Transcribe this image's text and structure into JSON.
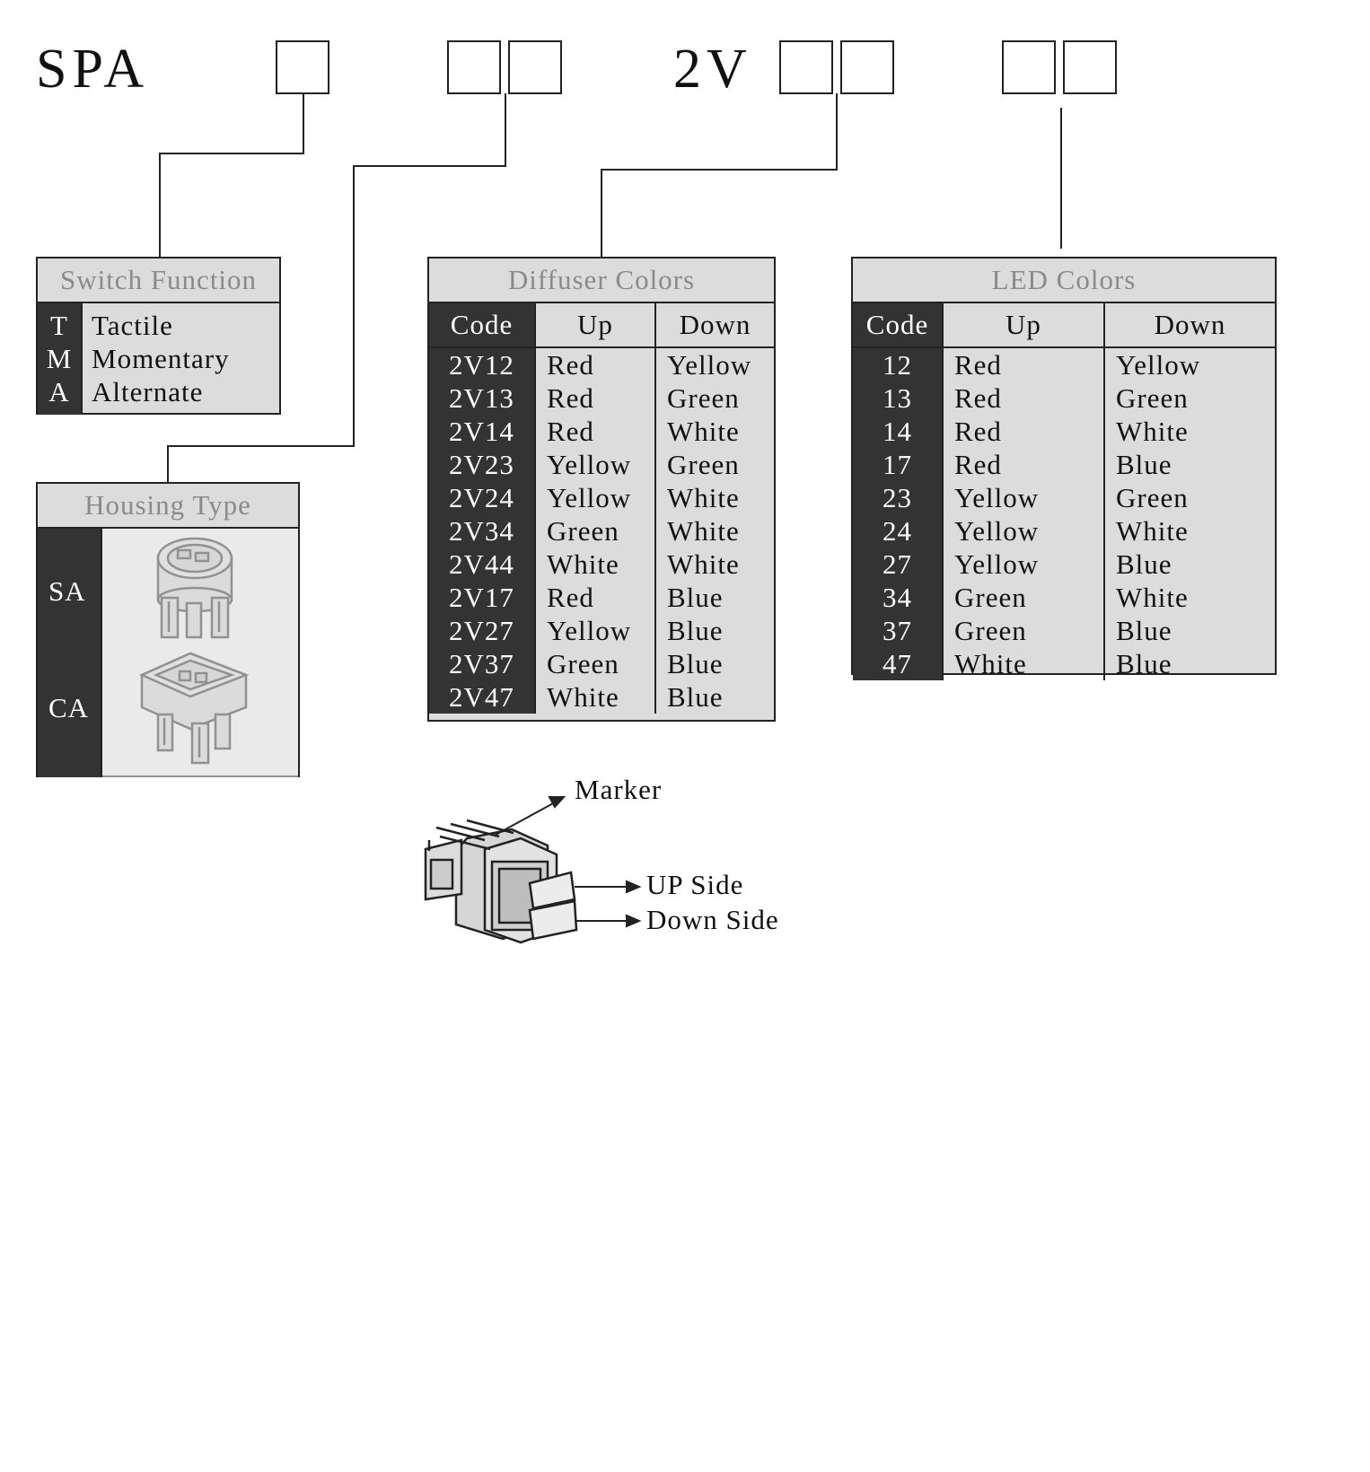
{
  "header": {
    "prefix": "SPA",
    "mid": "2V"
  },
  "switch_function": {
    "title": "Switch Function",
    "rows": [
      {
        "code": "T",
        "label": "Tactile"
      },
      {
        "code": "M",
        "label": "Momentary"
      },
      {
        "code": "A",
        "label": "Alternate"
      }
    ]
  },
  "housing_type": {
    "title": "Housing Type",
    "rows": [
      {
        "code": "SA"
      },
      {
        "code": "CA"
      }
    ]
  },
  "diffuser_colors": {
    "title": "Diffuser Colors",
    "headers": [
      "Code",
      "Up",
      "Down"
    ],
    "rows": [
      [
        "2V12",
        "Red",
        "Yellow"
      ],
      [
        "2V13",
        "Red",
        "Green"
      ],
      [
        "2V14",
        "Red",
        "White"
      ],
      [
        "2V23",
        "Yellow",
        "Green"
      ],
      [
        "2V24",
        "Yellow",
        "White"
      ],
      [
        "2V34",
        "Green",
        "White"
      ],
      [
        "2V44",
        "White",
        "White"
      ],
      [
        "2V17",
        "Red",
        "Blue"
      ],
      [
        "2V27",
        "Yellow",
        "Blue"
      ],
      [
        "2V37",
        "Green",
        "Blue"
      ],
      [
        "2V47",
        "White",
        "Blue"
      ]
    ]
  },
  "led_colors": {
    "title": "LED Colors",
    "headers": [
      "Code",
      "Up",
      "Down"
    ],
    "rows": [
      [
        "12",
        "Red",
        "Yellow"
      ],
      [
        "13",
        "Red",
        "Green"
      ],
      [
        "14",
        "Red",
        "White"
      ],
      [
        "17",
        "Red",
        "Blue"
      ],
      [
        "23",
        "Yellow",
        "Green"
      ],
      [
        "24",
        "Yellow",
        "White"
      ],
      [
        "27",
        "Yellow",
        "Blue"
      ],
      [
        "34",
        "Green",
        "White"
      ],
      [
        "37",
        "Green",
        "Blue"
      ],
      [
        "47",
        "White",
        "Blue"
      ]
    ]
  },
  "callouts": {
    "marker": "Marker",
    "up_side": "UP Side",
    "down_side": "Down Side"
  }
}
